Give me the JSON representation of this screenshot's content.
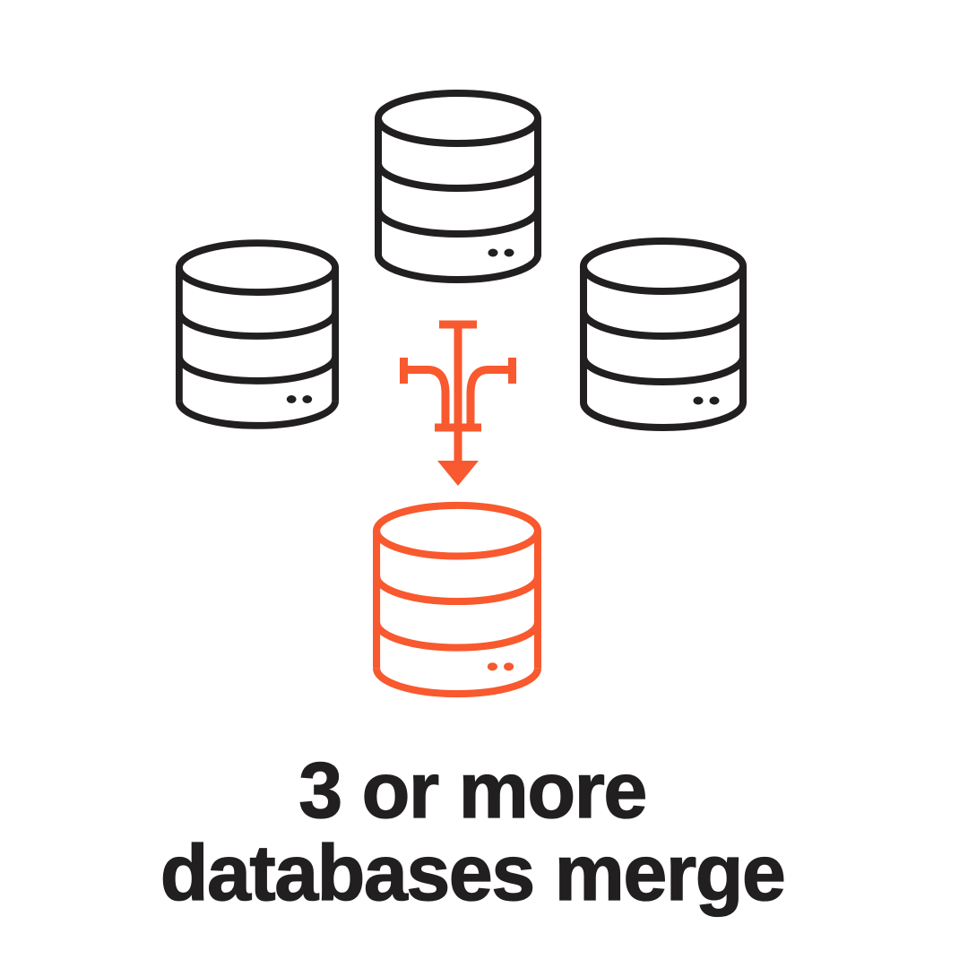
{
  "colors": {
    "background": "#FFFFFF",
    "icon_dark": "#221F20",
    "accent_orange": "#F8592E",
    "text": "#221F20"
  },
  "diagram": {
    "source_databases": [
      "top",
      "left",
      "right"
    ],
    "result_database": "merged",
    "icon_names": {
      "source": "database-icon",
      "flow": "merge-arrow-icon",
      "result": "database-icon-merged"
    }
  },
  "caption": {
    "line1": "3 or more",
    "line2": "databases merge"
  }
}
